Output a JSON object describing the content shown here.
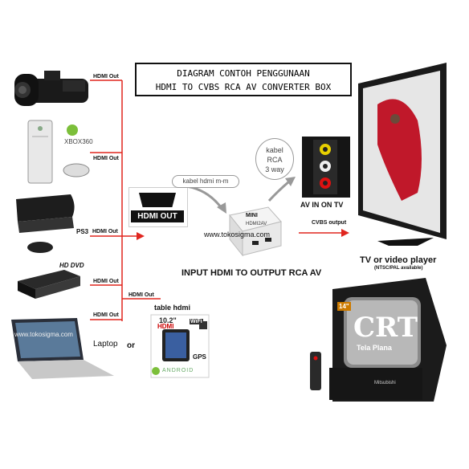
{
  "title": {
    "line1": "DIAGRAM CONTOH PENGGUNAAN",
    "line2": "HDMI TO CVBS RCA AV CONVERTER BOX"
  },
  "sources": {
    "camcorder_label": "HDMI Out",
    "xbox_label": "HDMI Out",
    "xbox_logo": "XBOX360",
    "ps3_name": "PS3",
    "ps3_label": "HDMI Out",
    "hddvd_logo": "HD DVD",
    "hddvd_label": "HDMI Out",
    "laptop_label": "HDMI Out",
    "laptop_line_label": "HDMI Out",
    "laptop_name": "Laptop",
    "or_text": "or",
    "watermark": "www.tokosigma.com",
    "tablet_title": "table hdmi",
    "tablet_size": "10.2\"",
    "tablet_gps": "GPS",
    "tablet_wifi": "WiFi",
    "tablet_android": "ANDROID",
    "tablet_hdmi": "HDMI"
  },
  "center": {
    "hdmi_out_label": "HDMI OUT",
    "cable_label": "kabel hdmi m-m",
    "rca_bubble": [
      "kabel",
      "RCA",
      "3 way"
    ],
    "av_in_label": "AV IN ON TV",
    "cvbs_label": "CVBS output",
    "converter_top": "MINI",
    "converter_name": "HDMI2AV",
    "watermark": "www.tokosigma.com",
    "caption": "INPUT HDMI TO OUTPUT RCA AV"
  },
  "tv": {
    "label": "TV or video player",
    "sub_label": "(NTSC/PAL available)",
    "crt_text": "CRT",
    "crt_sub": "Tela Plana",
    "crt_size": "14\"",
    "crt_brand": "Mitsubishi"
  },
  "colors": {
    "line": "#e0261f",
    "tv_accent": "#c0182a"
  }
}
